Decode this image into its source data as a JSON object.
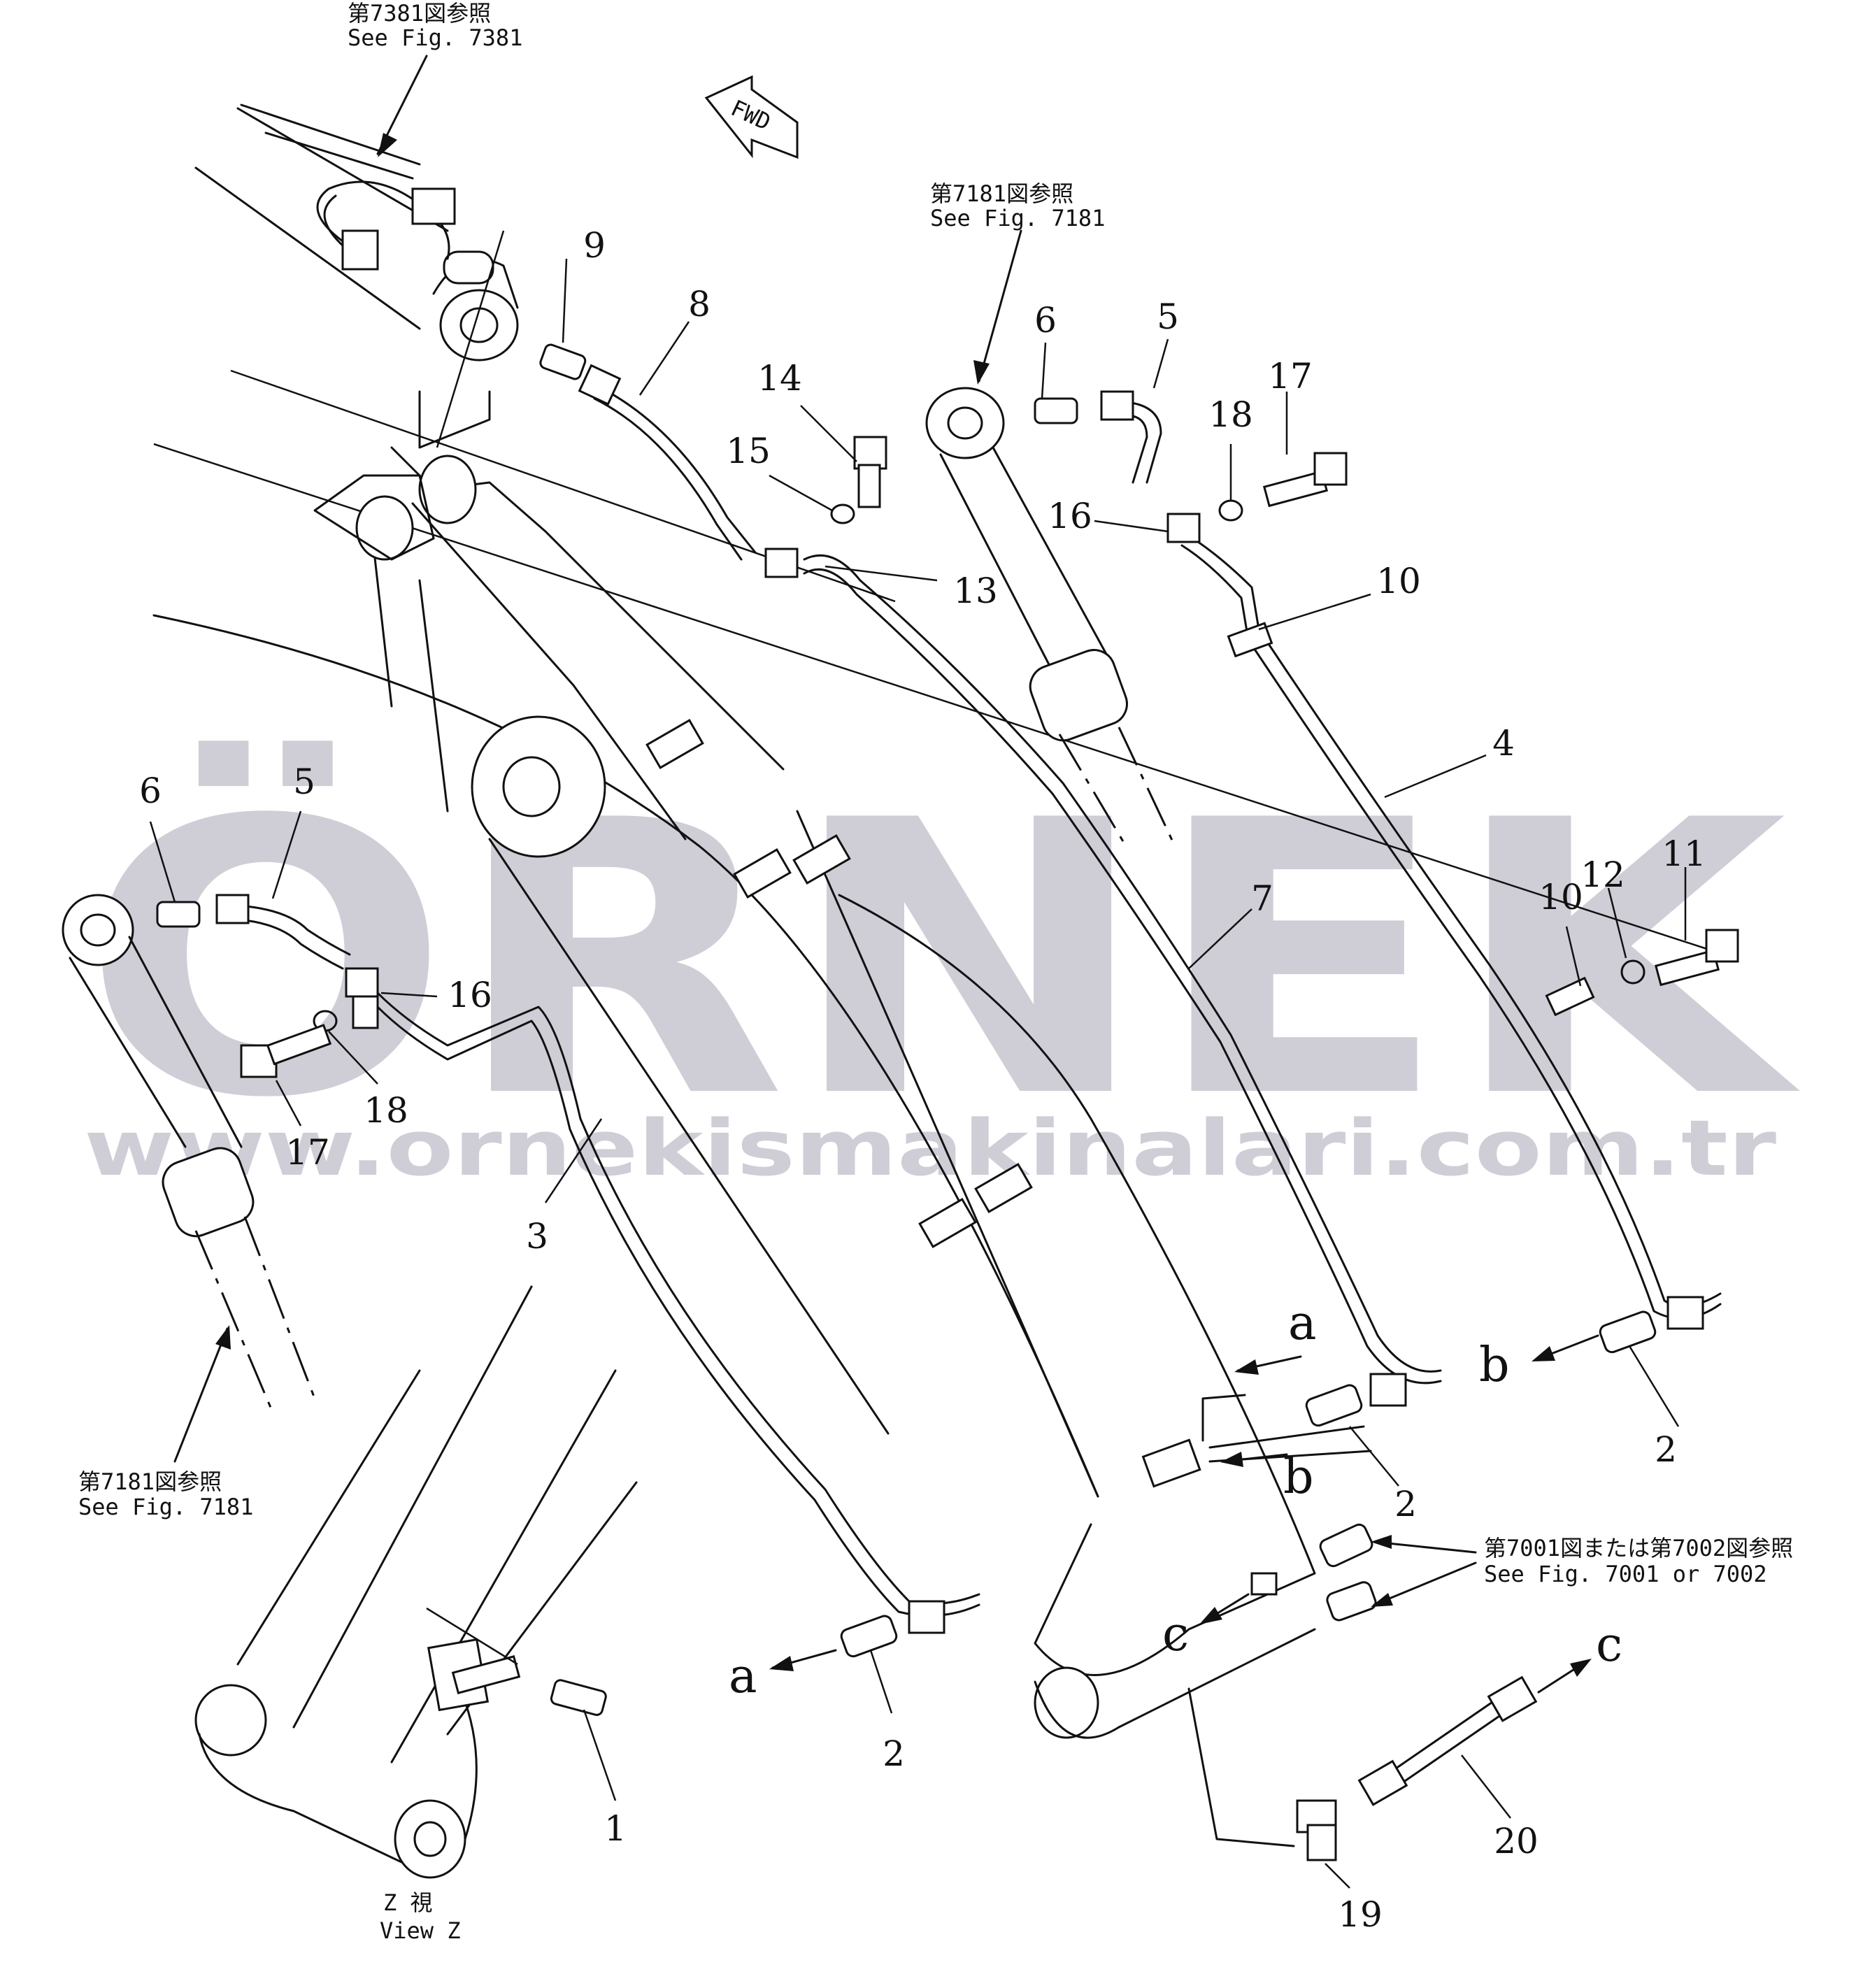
{
  "references": {
    "top_jp": "第7381図参照",
    "top_en": "See  Fig. 7381",
    "mid_jp": "第7181図参照",
    "mid_en": "See  Fig. 7181",
    "left_jp": "第7181図参照",
    "left_en": "See  Fig. 7181",
    "right_jp": "第7001図または第7002図参照",
    "right_en": "See  Fig. 7001  or  7002"
  },
  "fwd": "FWD",
  "view_label_jp": "Z  視",
  "view_label_en": "View Z",
  "watermark": {
    "brand": "ÖRNEK",
    "url": "www.ornekismakinalari.com.tr",
    "text_color": "#cfcdd6",
    "accent_color": "#f2d27a"
  },
  "part_numbers": {
    "p1": "1",
    "p2a": "2",
    "p2b": "2",
    "p2c": "2",
    "p3": "3",
    "p4": "4",
    "p5a": "5",
    "p5b": "5",
    "p6a": "6",
    "p6b": "6",
    "p7": "7",
    "p8": "8",
    "p9": "9",
    "p10a": "10",
    "p10b": "10",
    "p11": "11",
    "p12": "12",
    "p13": "13",
    "p14": "14",
    "p15": "15",
    "p16a": "16",
    "p16b": "16",
    "p17a": "17",
    "p17b": "17",
    "p18a": "18",
    "p18b": "18",
    "p19": "19",
    "p20": "20"
  },
  "connection_labels": {
    "a1": "a",
    "a2": "a",
    "b1": "b",
    "b2": "b",
    "c1": "c",
    "c2": "c"
  }
}
